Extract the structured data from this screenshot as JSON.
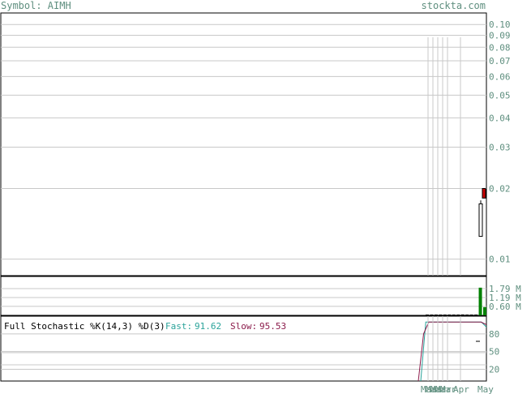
{
  "header": {
    "symbol_label": "Symbol: AIMH",
    "site": "stockta.com"
  },
  "colors": {
    "frame": "#000000",
    "grid": "#c8c8c8",
    "text": "#5f8f7f",
    "up": "#ffffff",
    "down": "#cc0000",
    "volume_up": "#008000",
    "volume_down": "#000000",
    "fast_line": "#2aa39a",
    "slow_line": "#8b1a4a"
  },
  "chart_data": [
    {
      "type": "candlestick",
      "scale": "log",
      "ylim": [
        0.0085,
        0.112
      ],
      "yticks": [
        0.1,
        0.09,
        0.08,
        0.07,
        0.06,
        0.05,
        0.04,
        0.03,
        0.02,
        0.01
      ],
      "ytick_labels": [
        "0.10",
        "0.09",
        "0.08",
        "0.07",
        "0.06",
        "0.05",
        "0.04",
        "0.03",
        "0.02",
        "0.01"
      ],
      "candles": [
        {
          "open": 0.0125,
          "high": 0.0178,
          "low": 0.0125,
          "close": 0.0172,
          "dir": "up"
        },
        {
          "open": 0.02,
          "high": 0.02,
          "low": 0.0182,
          "close": 0.0182,
          "dir": "down"
        }
      ],
      "grid": true
    },
    {
      "type": "bar",
      "title": "Volume",
      "ylim": [
        0,
        2.6
      ],
      "yticks": [
        1.79,
        1.19,
        0.6
      ],
      "ytick_labels": [
        "1.79 M",
        "1.19 M",
        "0.60 M"
      ],
      "values": [
        0.02,
        0.02,
        0.02,
        0.02,
        0.02,
        0.03,
        0.02,
        0.03,
        0.06,
        0.02,
        0.02,
        0.02,
        1.85,
        0.55
      ],
      "last_bar_colors": [
        "volume_up",
        "volume_up"
      ]
    },
    {
      "type": "line",
      "title": "Full Stochastic %K(14,3) %D(3)",
      "fast_label": "Fast:",
      "fast_value": "91.62",
      "slow_label": "Slow:",
      "slow_value": "95.53",
      "ylim": [
        0,
        110
      ],
      "yticks": [
        80,
        50,
        20
      ],
      "ytick_labels": [
        "80",
        "50",
        "20"
      ],
      "series": [
        {
          "name": "Fast",
          "values": [
            0,
            100,
            100,
            100,
            100,
            100,
            100,
            100,
            100,
            100,
            100,
            100,
            100,
            91.62
          ]
        },
        {
          "name": "Slow",
          "values": [
            0,
            80,
            100,
            100,
            100,
            100,
            100,
            100,
            100,
            100,
            100,
            100,
            100,
            95.53
          ]
        }
      ],
      "grid": true
    }
  ],
  "x_axis": {
    "labels": [
      "Mar",
      "Mar",
      "Mar",
      "Mar",
      "Mar",
      "Apr",
      "May"
    ]
  }
}
